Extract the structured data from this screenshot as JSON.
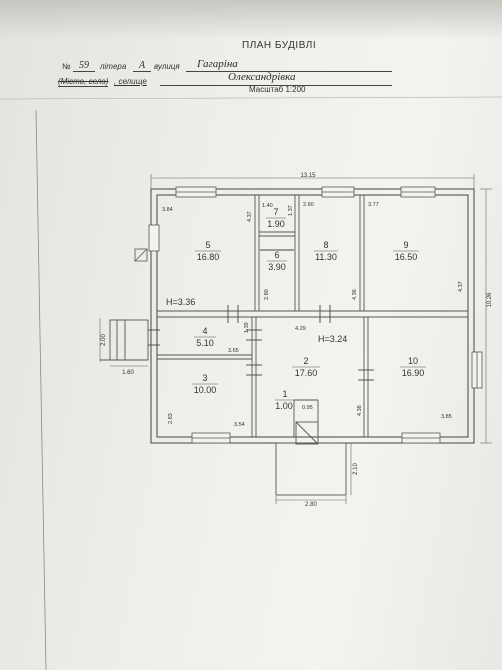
{
  "header": {
    "title": "ПЛАН БУДІВЛІ",
    "number_prefix": "№",
    "number_value": "59",
    "litera_label": "літера",
    "litera_value": "А",
    "street_label": "вулиця",
    "street_value": "Гагаріна",
    "settlement_strike": "(Місто, село)",
    "settlement_type": ", селище",
    "settlement_value": "Олександрівка",
    "scale": "Масштаб 1:200"
  },
  "plan": {
    "overall_width": "13.15",
    "height_left": "H=3.36",
    "height_right": "H=3.24",
    "dim_right_side": "10.26",
    "dim_left_porch": "2.00",
    "dim_left_porch_depth": "1.60",
    "dim_front_porch_width": "2.80",
    "dim_front_porch_depth": "2.10",
    "rooms": [
      {
        "num": "1",
        "area": "1.00"
      },
      {
        "num": "2",
        "area": "17.60"
      },
      {
        "num": "3",
        "area": "10.00"
      },
      {
        "num": "4",
        "area": "5.10"
      },
      {
        "num": "5",
        "area": "16.80"
      },
      {
        "num": "6",
        "area": "3.90"
      },
      {
        "num": "7",
        "area": "1.90"
      },
      {
        "num": "8",
        "area": "11.30"
      },
      {
        "num": "9",
        "area": "16.50"
      },
      {
        "num": "10",
        "area": "16.90"
      }
    ],
    "dims": {
      "r5_w": "3.84",
      "r5_h": "4.37",
      "r7_w": "1.40",
      "r7_h": "1.37",
      "r8_w": "2.60",
      "r8_h": "4.36",
      "r9_w": "3.77",
      "r9_h": "4.37",
      "r4_w": "3.65",
      "r4_h": "1.39",
      "r3_w": "3.54",
      "r3_h": "2.83",
      "r2_w": "4.29",
      "r2_h": "4.38",
      "r6_h": "2.80",
      "r1_w": "0.95",
      "r10_w": "3.85"
    }
  }
}
